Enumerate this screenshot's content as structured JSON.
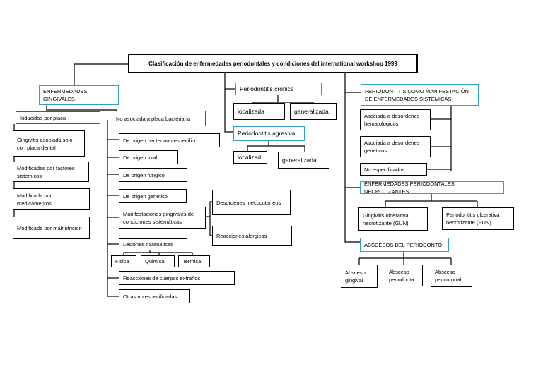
{
  "title": "Clasificación de enfermedades periodontales y condiciones del international workshop 1999",
  "colors": {
    "accent_blue": "#2e9fc8",
    "accent_red": "#c0282d",
    "line": "#000000"
  },
  "gingival": {
    "header": "ENFERMEDADES GINGIVALES",
    "plaque_induced": {
      "header": "Inducidas por placa",
      "items": [
        "Gingivitis asociada solo con placa dental",
        "Modificadas por factores sistemicos",
        "Modificada por medicamentos",
        "Modificada por malnutricion"
      ]
    },
    "non_plaque": {
      "header": "No asociada a placa bacteriana",
      "items": {
        "bacterial": "De origen bacteriano especifico",
        "viral": "De origen viral",
        "fungal": "De origen fungico",
        "genetic": "De origen genetico",
        "systemic": "Manifestaciones gingivales de condiciones sistemáticas",
        "mucocutaneous": "Desordenes mecocutaneos",
        "allergic": "Reacciones alergicas",
        "traumatic": "Lesiones traumaticas",
        "physical": "Fisica",
        "chemical": "Quimica",
        "thermal": "Termica",
        "foreign": "Reacciones de cuerpos extraños",
        "unspecified": "Otras no especificadas"
      }
    }
  },
  "chronic": {
    "header": "Periodontitis cronica",
    "local": "localizada",
    "general": "generalizada"
  },
  "aggressive": {
    "header": "Periodontitis agresiva",
    "local": "localizad",
    "general": "generalizada"
  },
  "systemic_manifestation": {
    "header": "PERIODONTITIS COMO MANIFESTACIÓN DE ENFERMEDADES SISTÉMICAS",
    "hematologic": "Asociada a desordenes hematologicos",
    "genetic": "Asociada a desordenes geneticos",
    "unspecified": "No especificados"
  },
  "necrotizing": {
    "header": "ENFERMEDADES PERIODONTALES NECROTIZANTES",
    "gun": "Gingivitis ulcerativa necrotizante (GUN).",
    "pun": "Periodontitis ulcerativa necrotizante (PUN)."
  },
  "abscess": {
    "header": "ABSCESOS DEL PERIODONTO",
    "gingival": "Absceso gingival",
    "periodontal": "Absceso periodonta",
    "pericoronal": "Absceso pericoronal"
  }
}
